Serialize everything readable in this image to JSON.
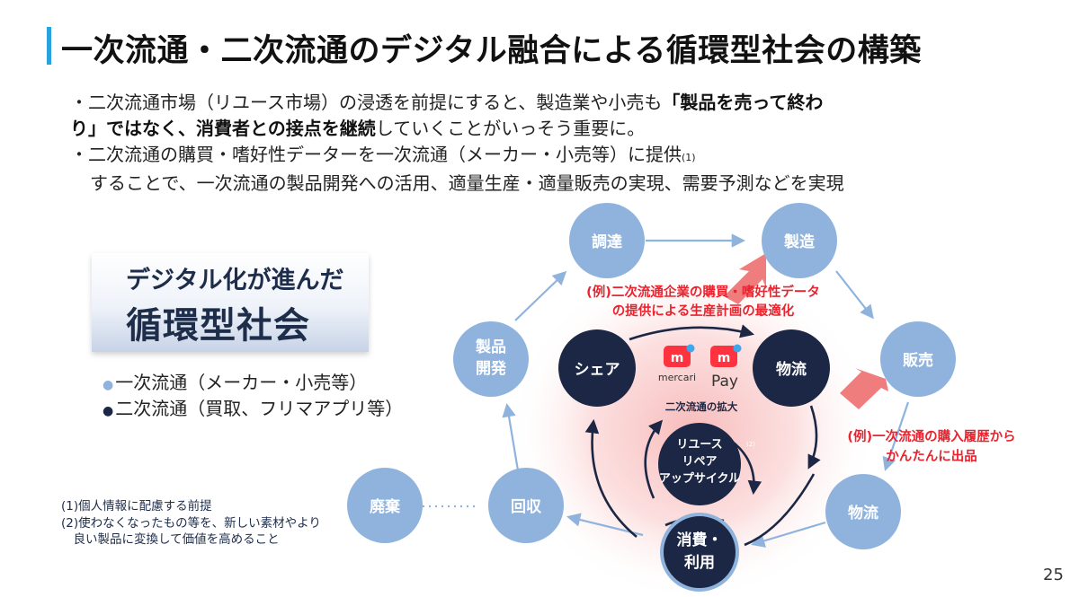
{
  "title": "一次流通・二次流通のデジタル融合による循環型社会の構築",
  "bullets": {
    "b1_a": "・二次流通市場（リユース市場）の浸透を前提にすると、製造業や小売も",
    "b1_b": "「製品を売って終わ",
    "b1_c": "り」ではなく、",
    "b1_d": "消費者との接点を継続",
    "b1_e": "していくことがいっそう重要に。",
    "b2_a": "・二次流通の購買・嗜好性データーを一次流通（メーカー・小売等）に提供",
    "b2_sup": "(1)",
    "b2_b": "することで、一次流通の製品開発への活用、適量生産・適量販売の実現、需要予測などを実現"
  },
  "box": {
    "line1": "デジタル化が進んだ",
    "line2": "循環型社会"
  },
  "legend": [
    {
      "dot": "●",
      "text": "一次流通（メーカー・小売等）",
      "color": "#8fb3dd"
    },
    {
      "dot": "●",
      "text": "二次流通（買取、フリマアプリ等）",
      "color": "#1b2744"
    }
  ],
  "notes": [
    "(1)個人情報に配慮する前提",
    "(2)使わなくなったもの等を、新しい素材やより",
    "　良い製品に変換して価値を高めること"
  ],
  "diagram": {
    "outer_nodes": {
      "procure": "調達",
      "manufacture": "製造",
      "sales": "販売",
      "logistics": "物流",
      "devA": "製品",
      "devB": "開発",
      "collect": "回収",
      "dispose": "廃棄"
    },
    "inner_nodes": {
      "share": "シェア",
      "logistics2": "物流",
      "reuse1": "リユース",
      "reuse2": "リペア",
      "reuse3": "アップサイクル",
      "reuse_sup": "(2)",
      "consume1": "消費・",
      "consume2": "利用"
    },
    "expansion_label": "二次流通の拡大",
    "callout1": [
      "(例)二次流通企業の購買・嗜好性データ",
      "の提供による生産計画の最適化"
    ],
    "callout2": [
      "(例)一次流通の購入履歴から",
      "かんたんに出品"
    ],
    "logos": {
      "mercari": "mercari",
      "pay": "Pay",
      "mark": "m"
    },
    "colors": {
      "outer": "#8fb3dd",
      "inner": "#1b2744",
      "callout": "#e8242f",
      "arrow": "#ef7272"
    }
  },
  "page_number": "25"
}
